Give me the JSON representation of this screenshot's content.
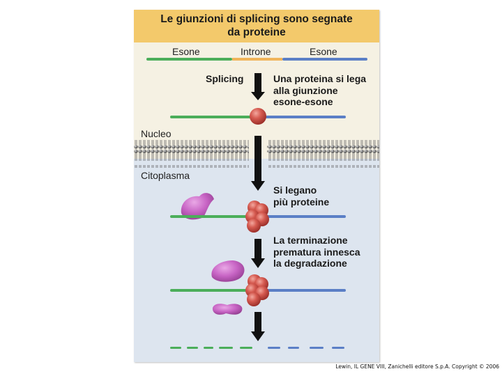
{
  "title": {
    "line1": "Le giunzioni di splicing sono segnate",
    "line2": "da proteine"
  },
  "segments": {
    "exon_left": "Esone",
    "intron": "Introne",
    "exon_right": "Esone"
  },
  "steps": {
    "splicing_label": "Splicing",
    "step1": [
      "Una proteina si lega",
      "alla giunzione",
      "esone-esone"
    ],
    "step2": [
      "Si legano",
      "più proteine"
    ],
    "step3": [
      "La terminazione",
      "prematura innesca",
      "la degradazione"
    ]
  },
  "regions": {
    "nucleus": "Nucleo",
    "cytoplasm": "Citoplasma"
  },
  "credit": "Lewin, IL GENE VIII, Zanichelli editore S.p.A. Copyright © 2006",
  "colors": {
    "title_band": "#f3c96b",
    "nucleus_bg": "#f5f1e3",
    "cytoplasm_bg": "#dde5ef",
    "exon_left": "#4bae5a",
    "intron": "#f0b45a",
    "exon_right": "#5b7fc6",
    "protein_red": "#d0504a",
    "protein_purple": "#c463c2",
    "arrow": "#111111"
  }
}
